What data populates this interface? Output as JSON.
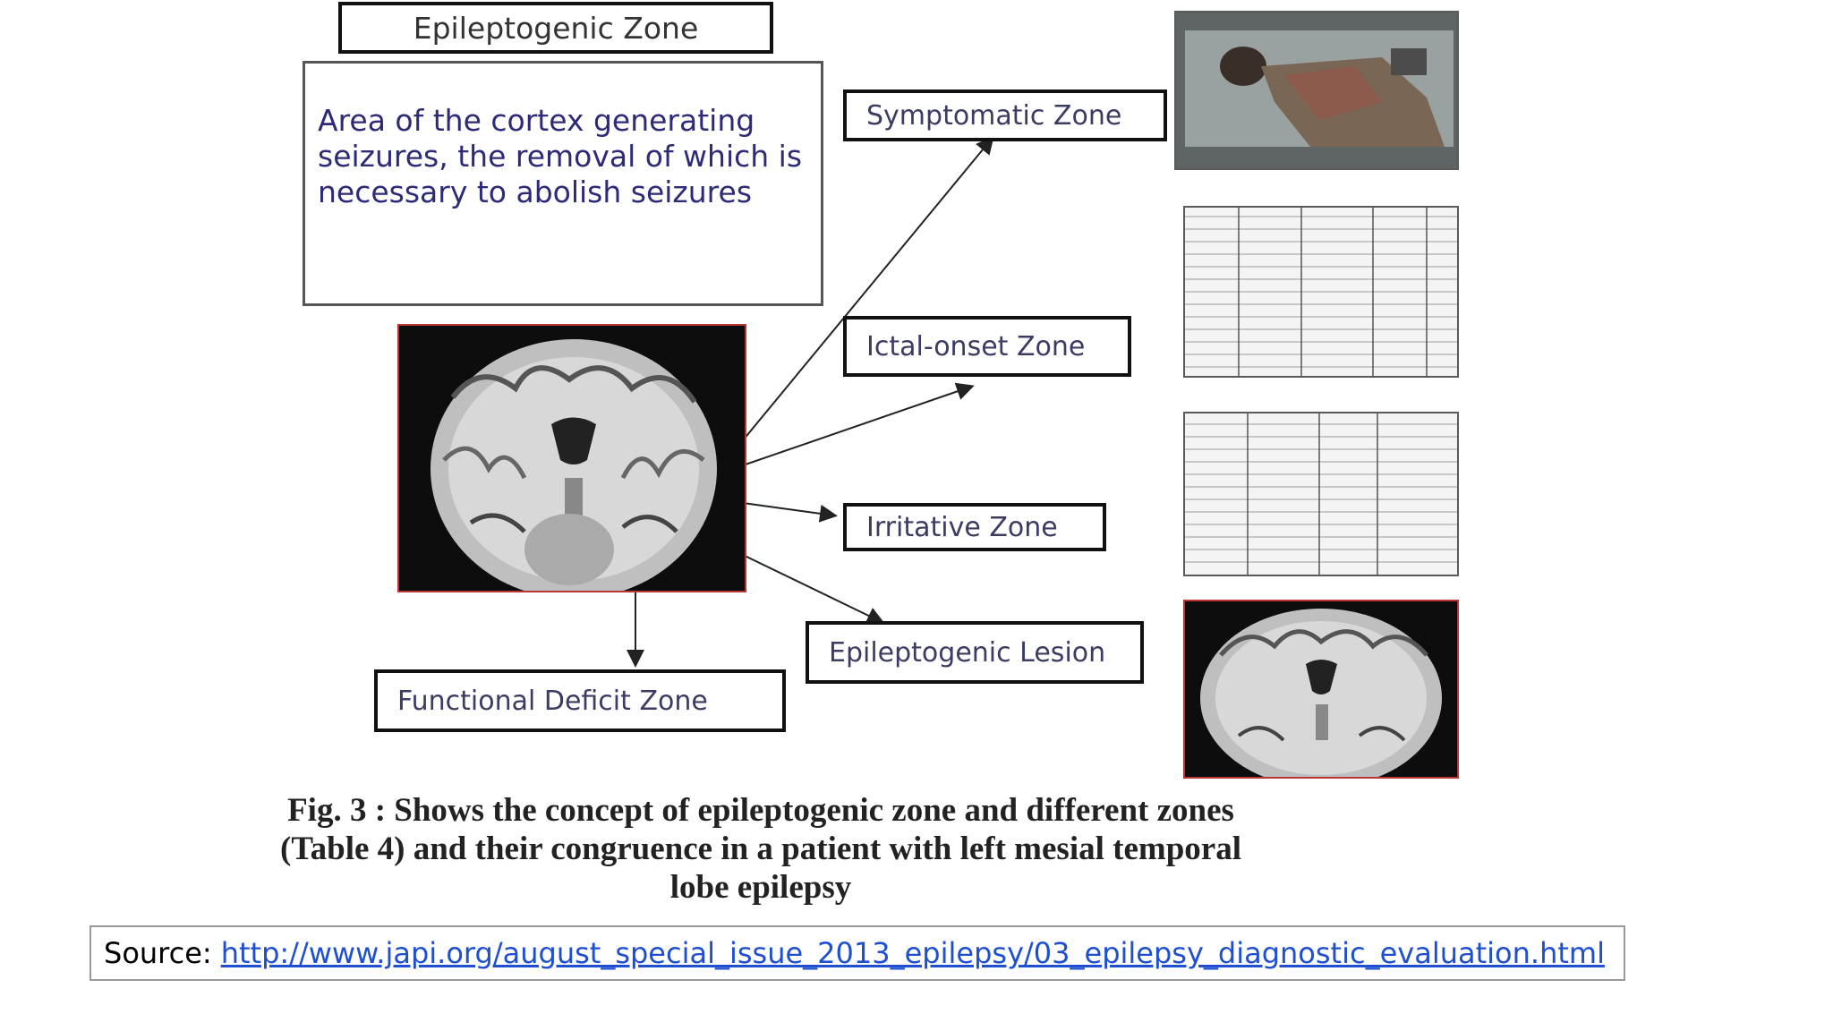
{
  "diagram": {
    "title": "Epileptogenic Zone",
    "definition": "Area of the cortex generating seizures, the removal of which is necessary to abolish seizures",
    "zones": {
      "symptomatic": "Symptomatic Zone",
      "ictal_onset": "Ictal-onset Zone",
      "irritative": "Irritative Zone",
      "lesion": "Epileptogenic Lesion",
      "functional_deficit": "Functional Deficit Zone"
    },
    "caption": "Fig. 3 : Shows the concept of epileptogenic zone and different zones\n(Table 4) and their congruence in a patient with left mesial temporal\nlobe epilepsy"
  },
  "source": {
    "label": "Source:",
    "url": "http://www.japi.org/august_special_issue_2013_epilepsy/03_epilepsy_diagnostic_evaluation.html"
  },
  "colors": {
    "zone_text": "#3b3b63",
    "definition_text": "#2d2a78",
    "link": "#1f4fd1",
    "mri_border": "#b33"
  }
}
